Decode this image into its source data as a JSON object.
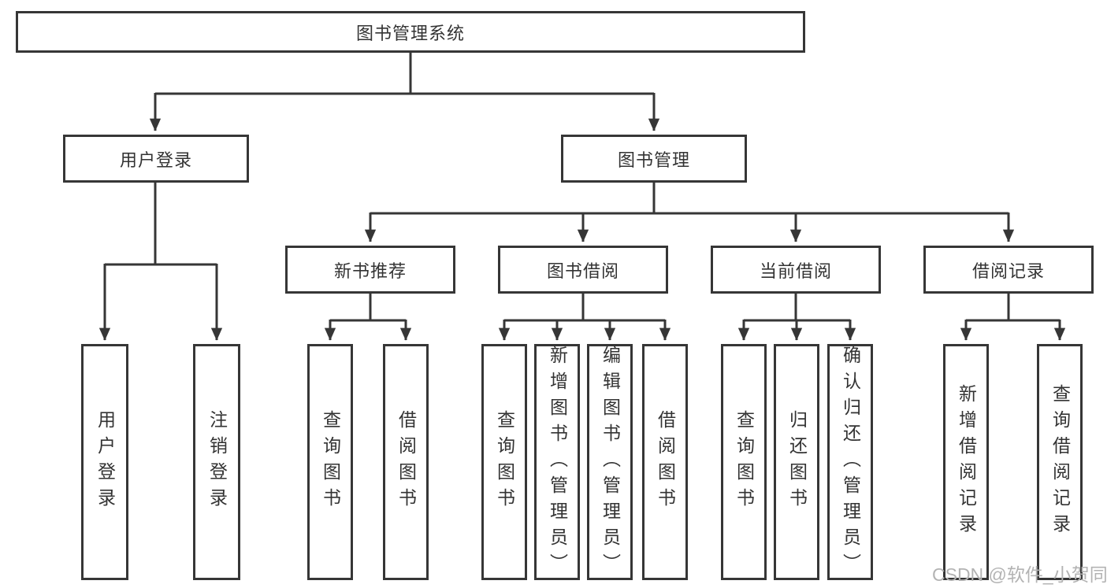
{
  "diagram": {
    "type": "hierarchy-tree",
    "root": {
      "label": "图书管理系统"
    },
    "level1": [
      {
        "label": "用户登录",
        "children": [
          "用户登录",
          "注销登录"
        ]
      },
      {
        "label": "图书管理",
        "children": [
          "新书推荐",
          "图书借阅",
          "当前借阅",
          "借阅记录"
        ]
      }
    ],
    "level2": [
      {
        "label": "新书推荐",
        "children": [
          "查询图书",
          "借阅图书"
        ]
      },
      {
        "label": "图书借阅",
        "children": [
          "查询图书",
          "新增图书（管理员）",
          "编辑图书（管理员）",
          "借阅图书"
        ]
      },
      {
        "label": "当前借阅",
        "children": [
          "查询图书",
          "归还图书",
          "确认归还（管理员）"
        ]
      },
      {
        "label": "借阅记录",
        "children": [
          "新增借阅记录",
          "查询借阅记录"
        ]
      }
    ]
  },
  "watermark": "CSDN @软件_小贺同学",
  "colors": {
    "line": "#363636",
    "box_border": "#363636",
    "box_background": "#ffffff",
    "text": "#333333",
    "watermark": "#b3b3b3"
  }
}
